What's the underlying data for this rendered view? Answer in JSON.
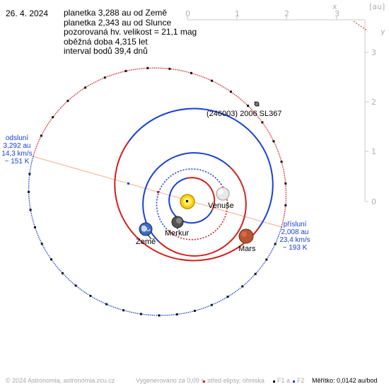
{
  "date": "26. 4. 2024",
  "info": {
    "line1": "planetka 3,288 au od Země",
    "line2": "planetka 2,343 au od Slunce",
    "line3": "pozorovaná hv. velikost = 21,1 mag",
    "line4": "oběžná doba 4,315 let",
    "line5": "interval bodů 39,4 dnů"
  },
  "asteroid_name": "(246003) 2006 SL367",
  "aphelion": {
    "title": "odsluní",
    "distance": "3,292 au",
    "speed": "14,3 km/s",
    "temp": "~ 151 K"
  },
  "perihelion": {
    "title": "přísluní",
    "distance": "2,008 au",
    "speed": "23,4 km/s",
    "temp": "~ 193 K"
  },
  "planets": {
    "venus": "Venuše",
    "mercury": "Merkur",
    "earth": "Země",
    "mars": "Mars"
  },
  "top_axis": {
    "ticks": [
      "0",
      "1",
      "2",
      "3"
    ],
    "x_label": "x",
    "unit": "[au]"
  },
  "right_axis": {
    "ticks": [
      "3",
      "2",
      "1",
      "0"
    ],
    "y_label": "y"
  },
  "footer": {
    "copyright": "© 2024 Astronomia, astronomia.zcu.cz",
    "generated": "Vygenerováno za 0,09 s",
    "legend_center": "střed elipsy, ohniska",
    "legend_f1": "F1",
    "legend_and": "a",
    "legend_f2": "F2",
    "scale": "Měřítko: 0,0142 au/bod"
  },
  "colors": {
    "orbit_blue": "#1a3fd6",
    "orbit_red": "#d42020",
    "apsis_line": "#f4b08a",
    "axis_gray": "#c8c8c8"
  }
}
